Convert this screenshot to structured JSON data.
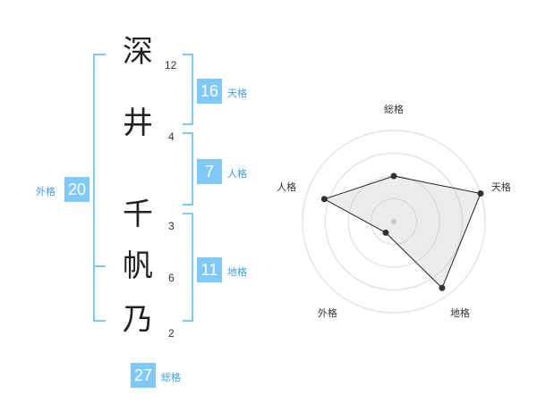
{
  "name": {
    "chars": [
      {
        "kanji": "深",
        "strokes": "12"
      },
      {
        "kanji": "井",
        "strokes": "4"
      },
      {
        "kanji": "千",
        "strokes": "3"
      },
      {
        "kanji": "帆",
        "strokes": "6"
      },
      {
        "kanji": "乃",
        "strokes": "2"
      }
    ]
  },
  "kakusu": {
    "tenkaku": {
      "value": "16",
      "label": "天格"
    },
    "jinkaku": {
      "value": "7",
      "label": "人格"
    },
    "chikaku": {
      "value": "11",
      "label": "地格"
    },
    "gaikaku": {
      "value": "20",
      "label": "外格"
    },
    "soukaku": {
      "value": "27",
      "label": "総格"
    }
  },
  "colors": {
    "accent": "#7fc8f8",
    "accent_text": "#3aa0e8"
  },
  "chart_data": {
    "type": "radar",
    "axes": [
      "総格",
      "天格",
      "地格",
      "外格",
      "人格"
    ],
    "values": [
      0.5,
      1.0,
      0.9,
      0.15,
      0.8
    ],
    "rings": 4,
    "range": [
      0,
      1
    ]
  }
}
